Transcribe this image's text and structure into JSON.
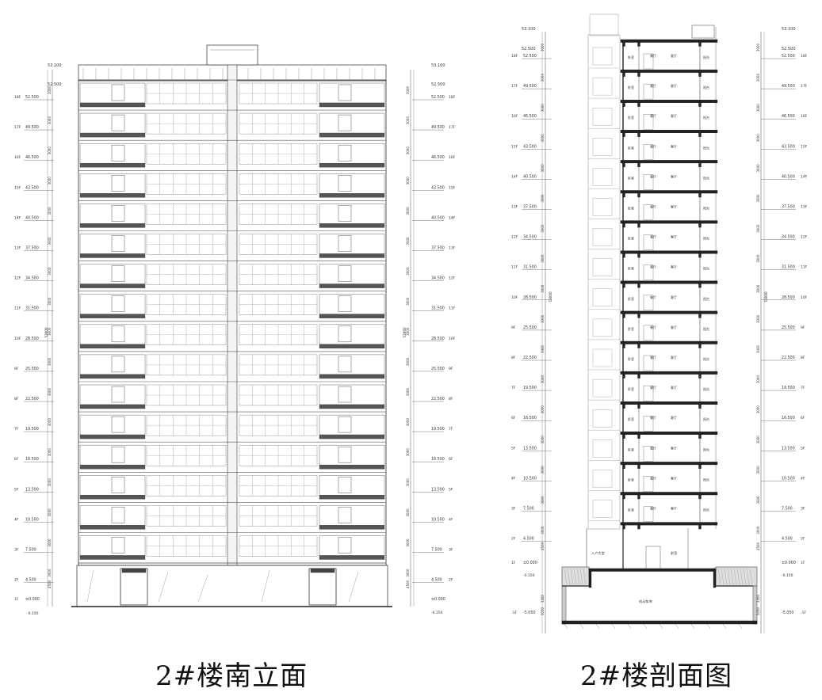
{
  "captions": {
    "elevation": "2#楼南立面",
    "section": "2#楼剖面图"
  },
  "dimensions": {
    "top_total_left": "53.100",
    "top_total_right": "53.100",
    "roof_level": "52.500",
    "overall_height": "53000",
    "ground_elevation": "±0.000",
    "ground_label": "1F",
    "below_ground_offset": "-0.150",
    "ground_story_height": "4500",
    "basement_level": "-5.050",
    "basement_label": "-1F",
    "basement_heights": [
      "3450",
      "5050"
    ]
  },
  "floors": [
    {
      "label": "18F",
      "elev": "52.500"
    },
    {
      "label": "17F",
      "elev": "49.500"
    },
    {
      "label": "16F",
      "elev": "46.500"
    },
    {
      "label": "15F",
      "elev": "43.500"
    },
    {
      "label": "14F",
      "elev": "40.500"
    },
    {
      "label": "13F",
      "elev": "37.500"
    },
    {
      "label": "12F",
      "elev": "34.500"
    },
    {
      "label": "11F",
      "elev": "31.500"
    },
    {
      "label": "10F",
      "elev": "28.500"
    },
    {
      "label": "9F",
      "elev": "25.500"
    },
    {
      "label": "8F",
      "elev": "22.500"
    },
    {
      "label": "7F",
      "elev": "19.500"
    },
    {
      "label": "6F",
      "elev": "16.500"
    },
    {
      "label": "5F",
      "elev": "13.500"
    },
    {
      "label": "4F",
      "elev": "10.500"
    },
    {
      "label": "3F",
      "elev": "7.500"
    },
    {
      "label": "2F",
      "elev": "4.500"
    }
  ],
  "story_height": "3000",
  "rooms": {
    "bedroom": "卧室",
    "dining": "餐厅",
    "living": "客厅",
    "balcony": "阳台",
    "entry_lobby": "入户大堂",
    "fire_room": "前室",
    "garage": "机动车库"
  }
}
